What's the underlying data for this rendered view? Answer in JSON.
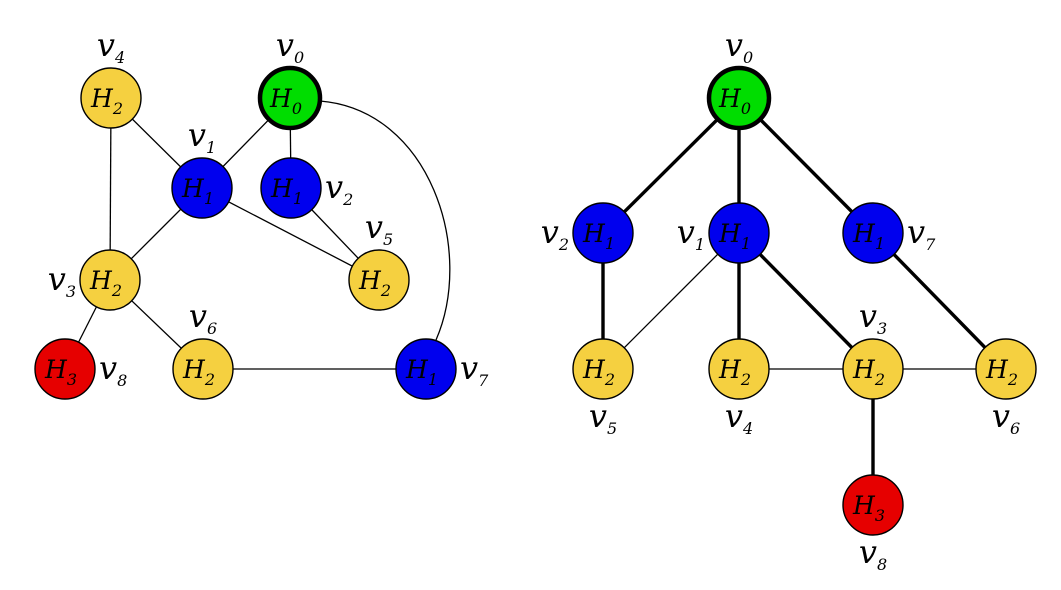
{
  "colors": {
    "H0": "#00dd00",
    "H1": "#0000ee",
    "H2": "#f5d040",
    "H3": "#e60000"
  },
  "graphs": [
    {
      "id": "left",
      "nodes": [
        {
          "id": "v0",
          "base": "v",
          "sub": "0",
          "class": "H0",
          "label_base": "H",
          "label_sub": "0",
          "root": true
        },
        {
          "id": "v1",
          "base": "v",
          "sub": "1",
          "class": "H1",
          "label_base": "H",
          "label_sub": "1"
        },
        {
          "id": "v2",
          "base": "v",
          "sub": "2",
          "class": "H1",
          "label_base": "H",
          "label_sub": "1"
        },
        {
          "id": "v3",
          "base": "v",
          "sub": "3",
          "class": "H2",
          "label_base": "H",
          "label_sub": "2"
        },
        {
          "id": "v4",
          "base": "v",
          "sub": "4",
          "class": "H2",
          "label_base": "H",
          "label_sub": "2"
        },
        {
          "id": "v5",
          "base": "v",
          "sub": "5",
          "class": "H2",
          "label_base": "H",
          "label_sub": "2"
        },
        {
          "id": "v6",
          "base": "v",
          "sub": "6",
          "class": "H2",
          "label_base": "H",
          "label_sub": "2"
        },
        {
          "id": "v7",
          "base": "v",
          "sub": "7",
          "class": "H1",
          "label_base": "H",
          "label_sub": "1"
        },
        {
          "id": "v8",
          "base": "v",
          "sub": "8",
          "class": "H3",
          "label_base": "H",
          "label_sub": "3"
        }
      ],
      "edges": [
        {
          "from": "v0",
          "to": "v1",
          "thick": false
        },
        {
          "from": "v0",
          "to": "v2",
          "thick": false
        },
        {
          "from": "v0",
          "to": "v7",
          "thick": false,
          "curved": true
        },
        {
          "from": "v4",
          "to": "v1",
          "thick": false
        },
        {
          "from": "v4",
          "to": "v3",
          "thick": false
        },
        {
          "from": "v1",
          "to": "v3",
          "thick": false
        },
        {
          "from": "v1",
          "to": "v5",
          "thick": false
        },
        {
          "from": "v2",
          "to": "v5",
          "thick": false
        },
        {
          "from": "v3",
          "to": "v6",
          "thick": false
        },
        {
          "from": "v3",
          "to": "v8",
          "thick": false
        },
        {
          "from": "v6",
          "to": "v7",
          "thick": false
        }
      ]
    },
    {
      "id": "right",
      "nodes": [
        {
          "id": "v0",
          "base": "v",
          "sub": "0",
          "class": "H0",
          "label_base": "H",
          "label_sub": "0",
          "root": true
        },
        {
          "id": "v2",
          "base": "v",
          "sub": "2",
          "class": "H1",
          "label_base": "H",
          "label_sub": "1"
        },
        {
          "id": "v1",
          "base": "v",
          "sub": "1",
          "class": "H1",
          "label_base": "H",
          "label_sub": "1"
        },
        {
          "id": "v7",
          "base": "v",
          "sub": "7",
          "class": "H1",
          "label_base": "H",
          "label_sub": "1"
        },
        {
          "id": "v5",
          "base": "v",
          "sub": "5",
          "class": "H2",
          "label_base": "H",
          "label_sub": "2"
        },
        {
          "id": "v4",
          "base": "v",
          "sub": "4",
          "class": "H2",
          "label_base": "H",
          "label_sub": "2"
        },
        {
          "id": "v3",
          "base": "v",
          "sub": "3",
          "class": "H2",
          "label_base": "H",
          "label_sub": "2"
        },
        {
          "id": "v6",
          "base": "v",
          "sub": "6",
          "class": "H2",
          "label_base": "H",
          "label_sub": "2"
        },
        {
          "id": "v8",
          "base": "v",
          "sub": "8",
          "class": "H3",
          "label_base": "H",
          "label_sub": "3"
        }
      ],
      "edges": [
        {
          "from": "v0",
          "to": "v2",
          "thick": true
        },
        {
          "from": "v0",
          "to": "v1",
          "thick": true
        },
        {
          "from": "v0",
          "to": "v7",
          "thick": true
        },
        {
          "from": "v2",
          "to": "v5",
          "thick": true
        },
        {
          "from": "v1",
          "to": "v5",
          "thick": false
        },
        {
          "from": "v1",
          "to": "v4",
          "thick": true
        },
        {
          "from": "v1",
          "to": "v3",
          "thick": true
        },
        {
          "from": "v7",
          "to": "v6",
          "thick": true
        },
        {
          "from": "v4",
          "to": "v3",
          "thick": false
        },
        {
          "from": "v3",
          "to": "v6",
          "thick": false
        },
        {
          "from": "v3",
          "to": "v8",
          "thick": true
        }
      ]
    }
  ]
}
